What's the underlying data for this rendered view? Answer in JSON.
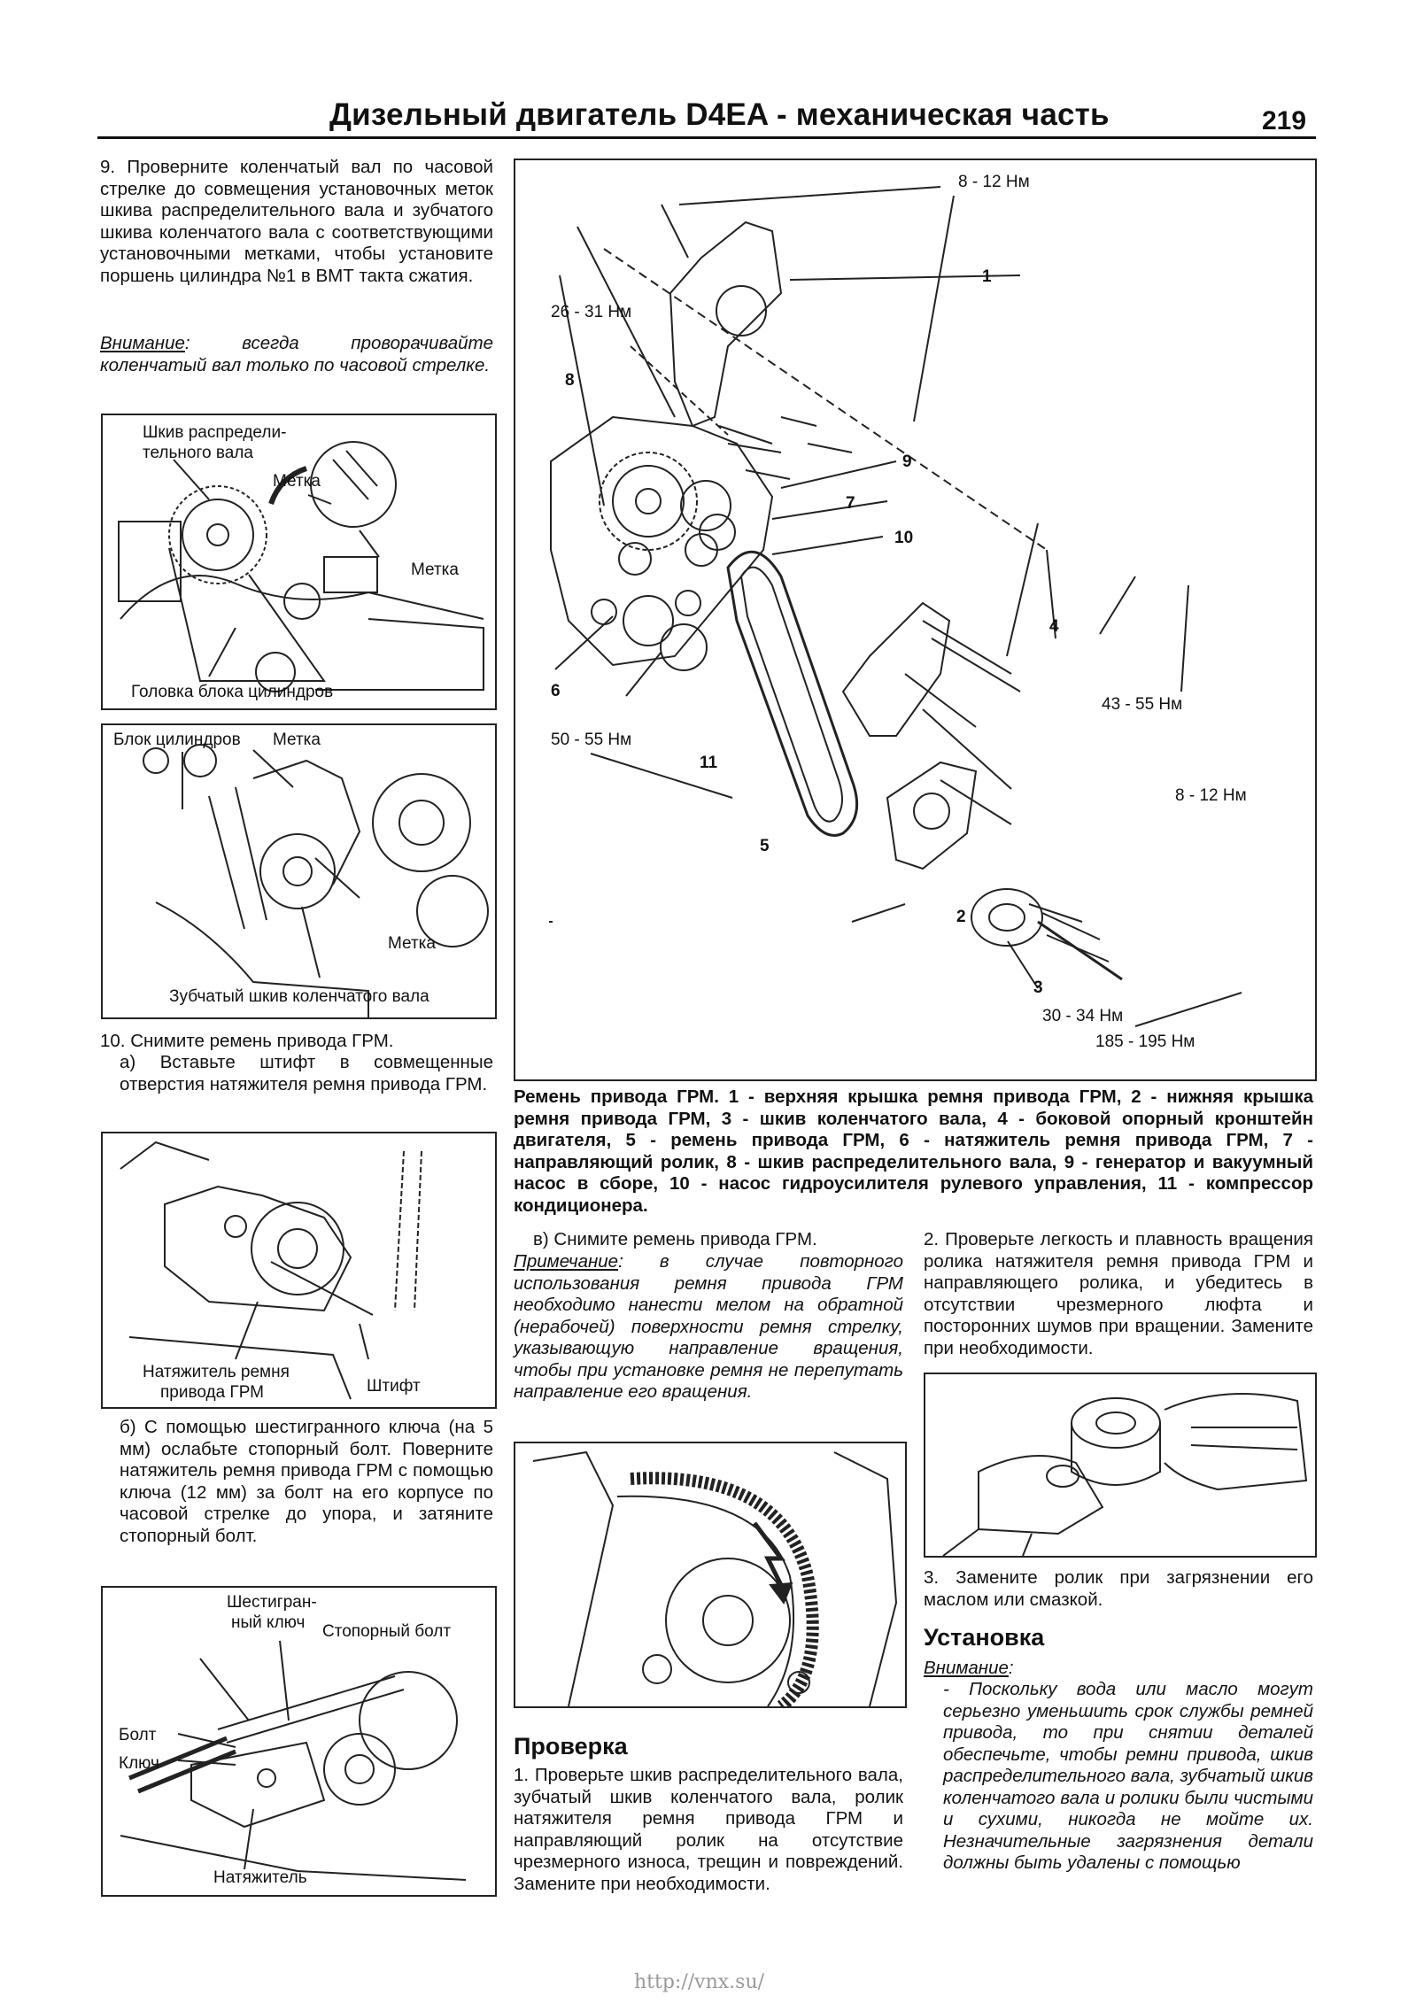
{
  "header": {
    "title": "Дизельный двигатель D4EA - механическая часть",
    "page_number": "219"
  },
  "left": {
    "step9": "9. Проверните коленчатый вал по часовой стрелке до совмещения установочных меток шкива распределительного вала и зубчатого шкива коленчатого вала с соответствующими установочными метками, чтобы установите поршень цилиндра №1 в ВМТ такта сжатия.",
    "warn_label": "Внимание",
    "warn_text": ": всегда проворачивайте коленчатый вал только по часовой стрелке.",
    "fig1": {
      "l1a": "Шкив распредели-",
      "l1b": "тельного вала",
      "l2": "Метка",
      "l3": "Метка",
      "l4": "Головка блока цилиндров"
    },
    "fig2": {
      "l1": "Блок цилиндров",
      "l2": "Метка",
      "l3": "Метка",
      "l4": "Зубчатый шкив коленчатого вала"
    },
    "step10": "10. Снимите ремень привода ГРМ.",
    "step10a": "а) Вставьте штифт в совмещенные отверстия натяжителя ремня привода ГРМ.",
    "fig3": {
      "l1a": "Натяжитель ремня",
      "l1b": "привода ГРМ",
      "l2": "Штифт"
    },
    "step10b": "б) С помощью шестигранного ключа (на 5 мм) ослабьте стопорный болт. Поверните натяжитель ремня привода ГРМ с помощью ключа (12 мм) за болт на его корпусе по часовой стрелке до упора, и затяните стопорный болт.",
    "fig4": {
      "l1a": "Шестигран-",
      "l1b": "ный ключ",
      "l2": "Стопорный болт",
      "l3": "Болт",
      "l4": "Ключ",
      "l5": "Натяжитель"
    }
  },
  "main_fig": {
    "labels": {
      "t1": "8 - 12 Нм",
      "t2": "26 - 31 Нм",
      "t3": "43 - 55 Нм",
      "t4": "8 - 12 Нм",
      "t5": "50 - 55 Нм",
      "t6": "30 - 34 Нм",
      "t7": "185 - 195 Нм",
      "n1": "1",
      "n2": "2",
      "n3": "3",
      "n4": "4",
      "n5": "5",
      "n6": "6",
      "n7": "7",
      "n8": "8",
      "n9": "9",
      "n10": "10",
      "n11": "11"
    },
    "caption": "Ремень привода ГРМ. 1 - верхняя крышка ремня привода ГРМ, 2 - нижняя крышка ремня привода ГРМ, 3 - шкив коленчатого вала, 4 - боковой опорный кронштейн двигателя, 5 - ремень привода ГРМ, 6 - натяжитель ремня привода ГРМ, 7 - направляющий ролик, 8 - шкив распределительного вала, 9 - генератор и вакуумный насос в сборе, 10 - насос гидроусилителя рулевого управления, 11 - компрессор кондиционера."
  },
  "middle": {
    "step_v": "в) Снимите ремень привода ГРМ.",
    "note_label": "Примечание",
    "note_text": ": в случае повторного использования ремня привода ГРМ необходимо нанести мелом на обратной (нерабочей) поверхности ремня стрелку, указывающую направление вращения, чтобы при установке ремня не перепутать направление его вращения.",
    "check_heading": "Проверка",
    "check1": "1. Проверьте шкив распределительного вала, зубчатый шкив коленчатого вала, ролик натяжителя ремня привода ГРМ и направляющий ролик на отсутствие чрезмерного износа, трещин и повреждений. Замените при необходимости."
  },
  "right": {
    "check2": "2. Проверьте легкость и плавность вращения ролика натяжителя ремня привода ГРМ и направляющего ролика, и убедитесь в отсутствии чрезмерного люфта и посторонних шумов при вращении. Замените при необходимости.",
    "check3": "3. Замените ролик при загрязнении его маслом или смазкой.",
    "install_heading": "Установка",
    "warn_label": "Внимание",
    "warn_text": "- Поскольку вода или масло могут серьезно уменьшить срок службы ремней привода, то при снятии деталей обеспечьте, чтобы ремни привода, шкив распределительного вала, зубчатый шкив коленчатого вала и ролики были чистыми и сухими, никогда не мойте их. Незначительные загрязнения детали должны быть удалены с помощью"
  },
  "footer": {
    "url": "http://vnx.su/"
  }
}
